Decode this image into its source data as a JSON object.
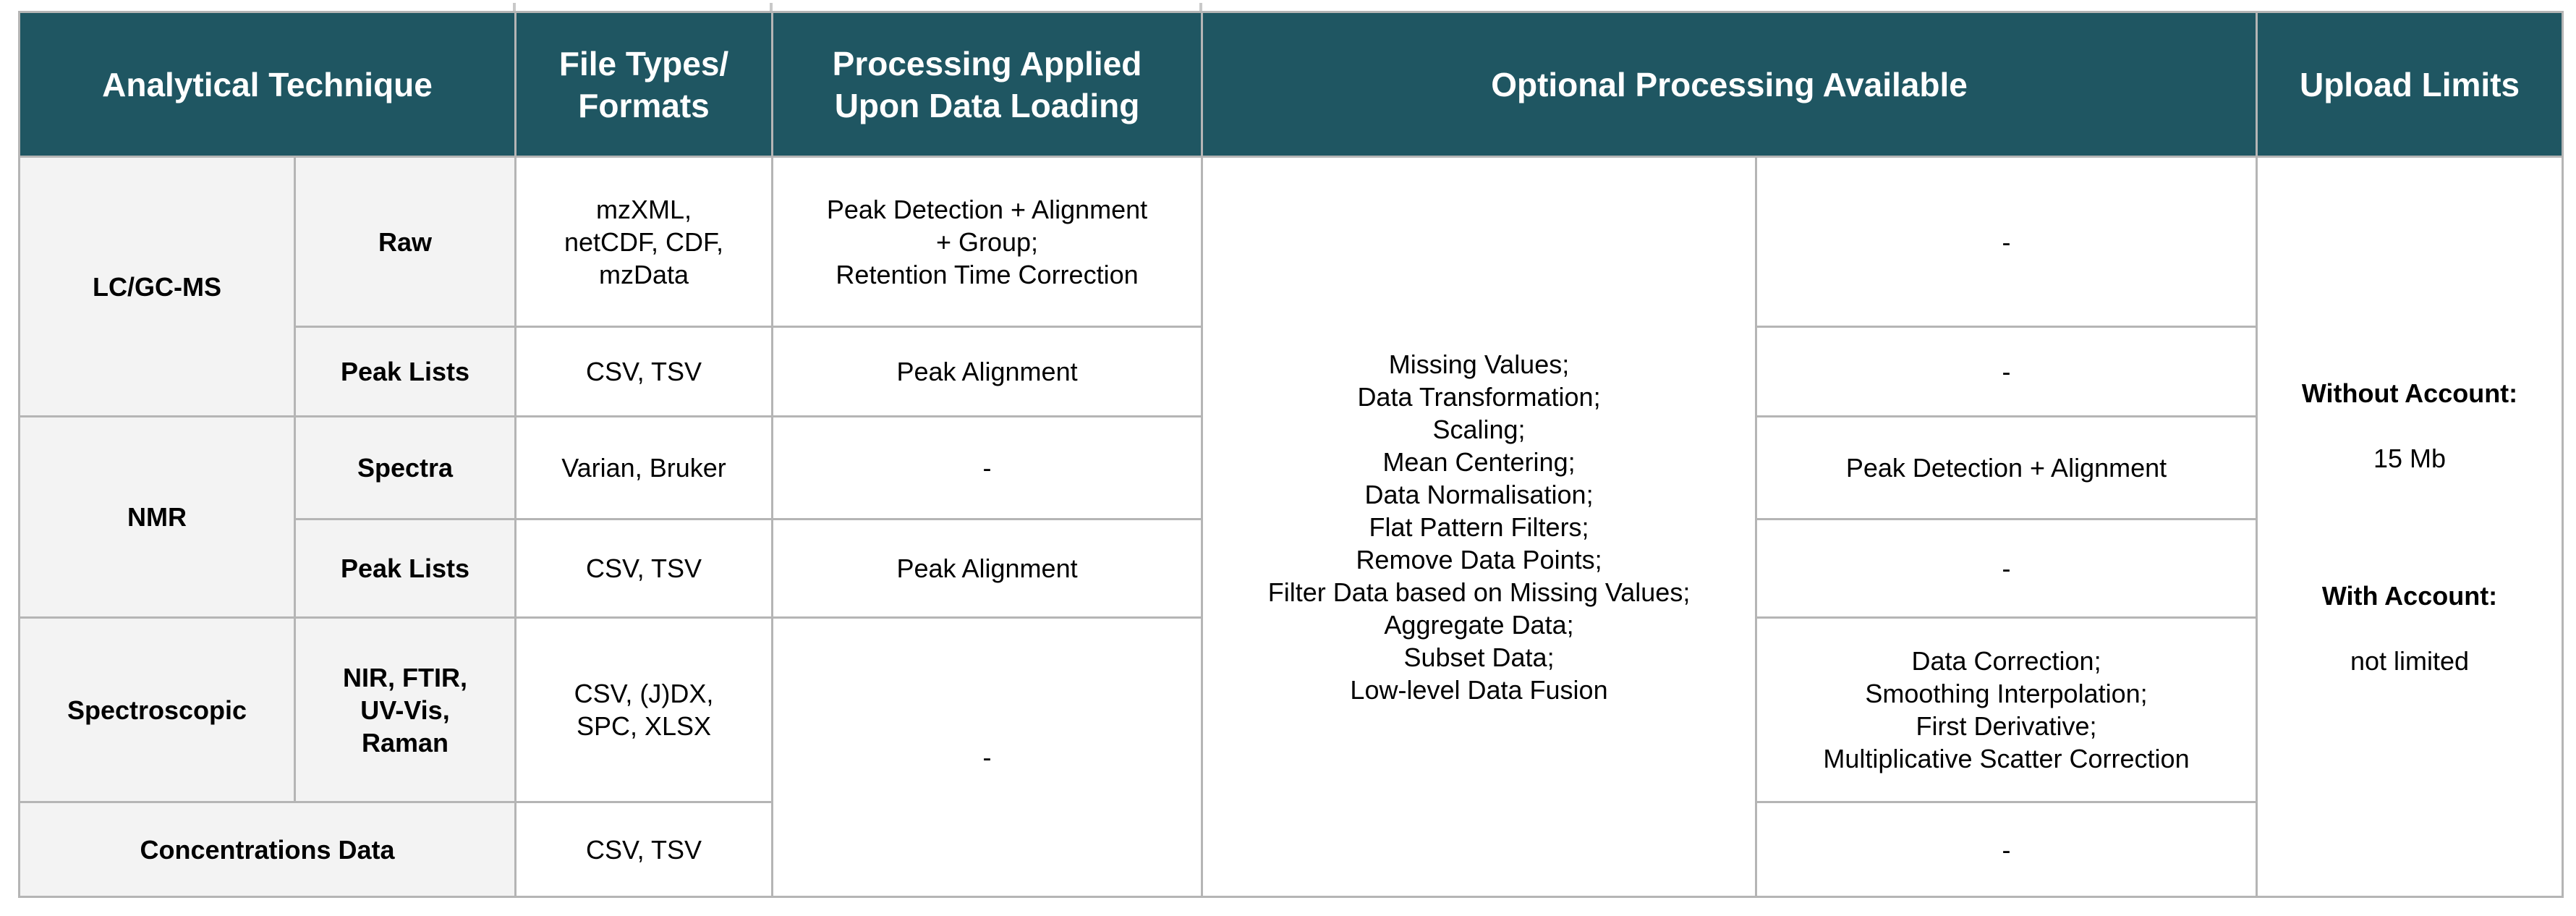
{
  "colors": {
    "header_bg": "#1F5662",
    "header_text": "#FFFFFF",
    "label_bg": "#F3F3F3",
    "cell_bg": "#FFFFFF",
    "border": "#B5B5B5",
    "text": "#000000"
  },
  "table": {
    "header": {
      "analytical_technique": "Analytical Technique",
      "file_types": "File Types/\nFormats",
      "processing_applied": "Processing Applied\nUpon Data Loading",
      "optional_processing": "Optional Processing Available",
      "upload_limits": "Upload Limits"
    },
    "rows": {
      "lcgcms": {
        "label": "LC/GC-MS",
        "raw": {
          "label": "Raw",
          "file_types": "mzXML,\nnetCDF, CDF,\nmzData",
          "on_load": "Peak Detection + Alignment\n+ Group;\nRetention Time Correction",
          "optional_extra": "-"
        },
        "peak_lists": {
          "label": "Peak Lists",
          "file_types": "CSV, TSV",
          "on_load": "Peak Alignment",
          "optional_extra": "-"
        }
      },
      "nmr": {
        "label": "NMR",
        "spectra": {
          "label": "Spectra",
          "file_types": "Varian, Bruker",
          "on_load": "-",
          "optional_extra": "Peak Detection + Alignment"
        },
        "peak_lists": {
          "label": "Peak Lists",
          "file_types": "CSV, TSV",
          "on_load": "Peak Alignment",
          "optional_extra": "-"
        }
      },
      "spectroscopic": {
        "label": "Spectroscopic",
        "sub_label": "NIR, FTIR,\nUV-Vis,\nRaman",
        "file_types": "CSV, (J)DX,\nSPC, XLSX",
        "optional_extra": "Data Correction;\nSmoothing Interpolation;\nFirst Derivative;\nMultiplicative Scatter Correction"
      },
      "concentrations": {
        "label": "Concentrations Data",
        "file_types": "CSV, TSV",
        "optional_extra": "-"
      },
      "spectroscopic_concentrations_on_load": "-",
      "optional_common": "Missing Values;\nData Transformation;\nScaling;\nMean Centering;\nData Normalisation;\nFlat Pattern Filters;\nRemove Data Points;\nFilter Data based on Missing Values;\nAggregate Data;\nSubset Data;\nLow-level Data Fusion",
      "upload_limits": {
        "without_account_label": "Without Account:",
        "without_account_value": "15 Mb",
        "with_account_label": "With Account:",
        "with_account_value": "not limited"
      }
    }
  }
}
